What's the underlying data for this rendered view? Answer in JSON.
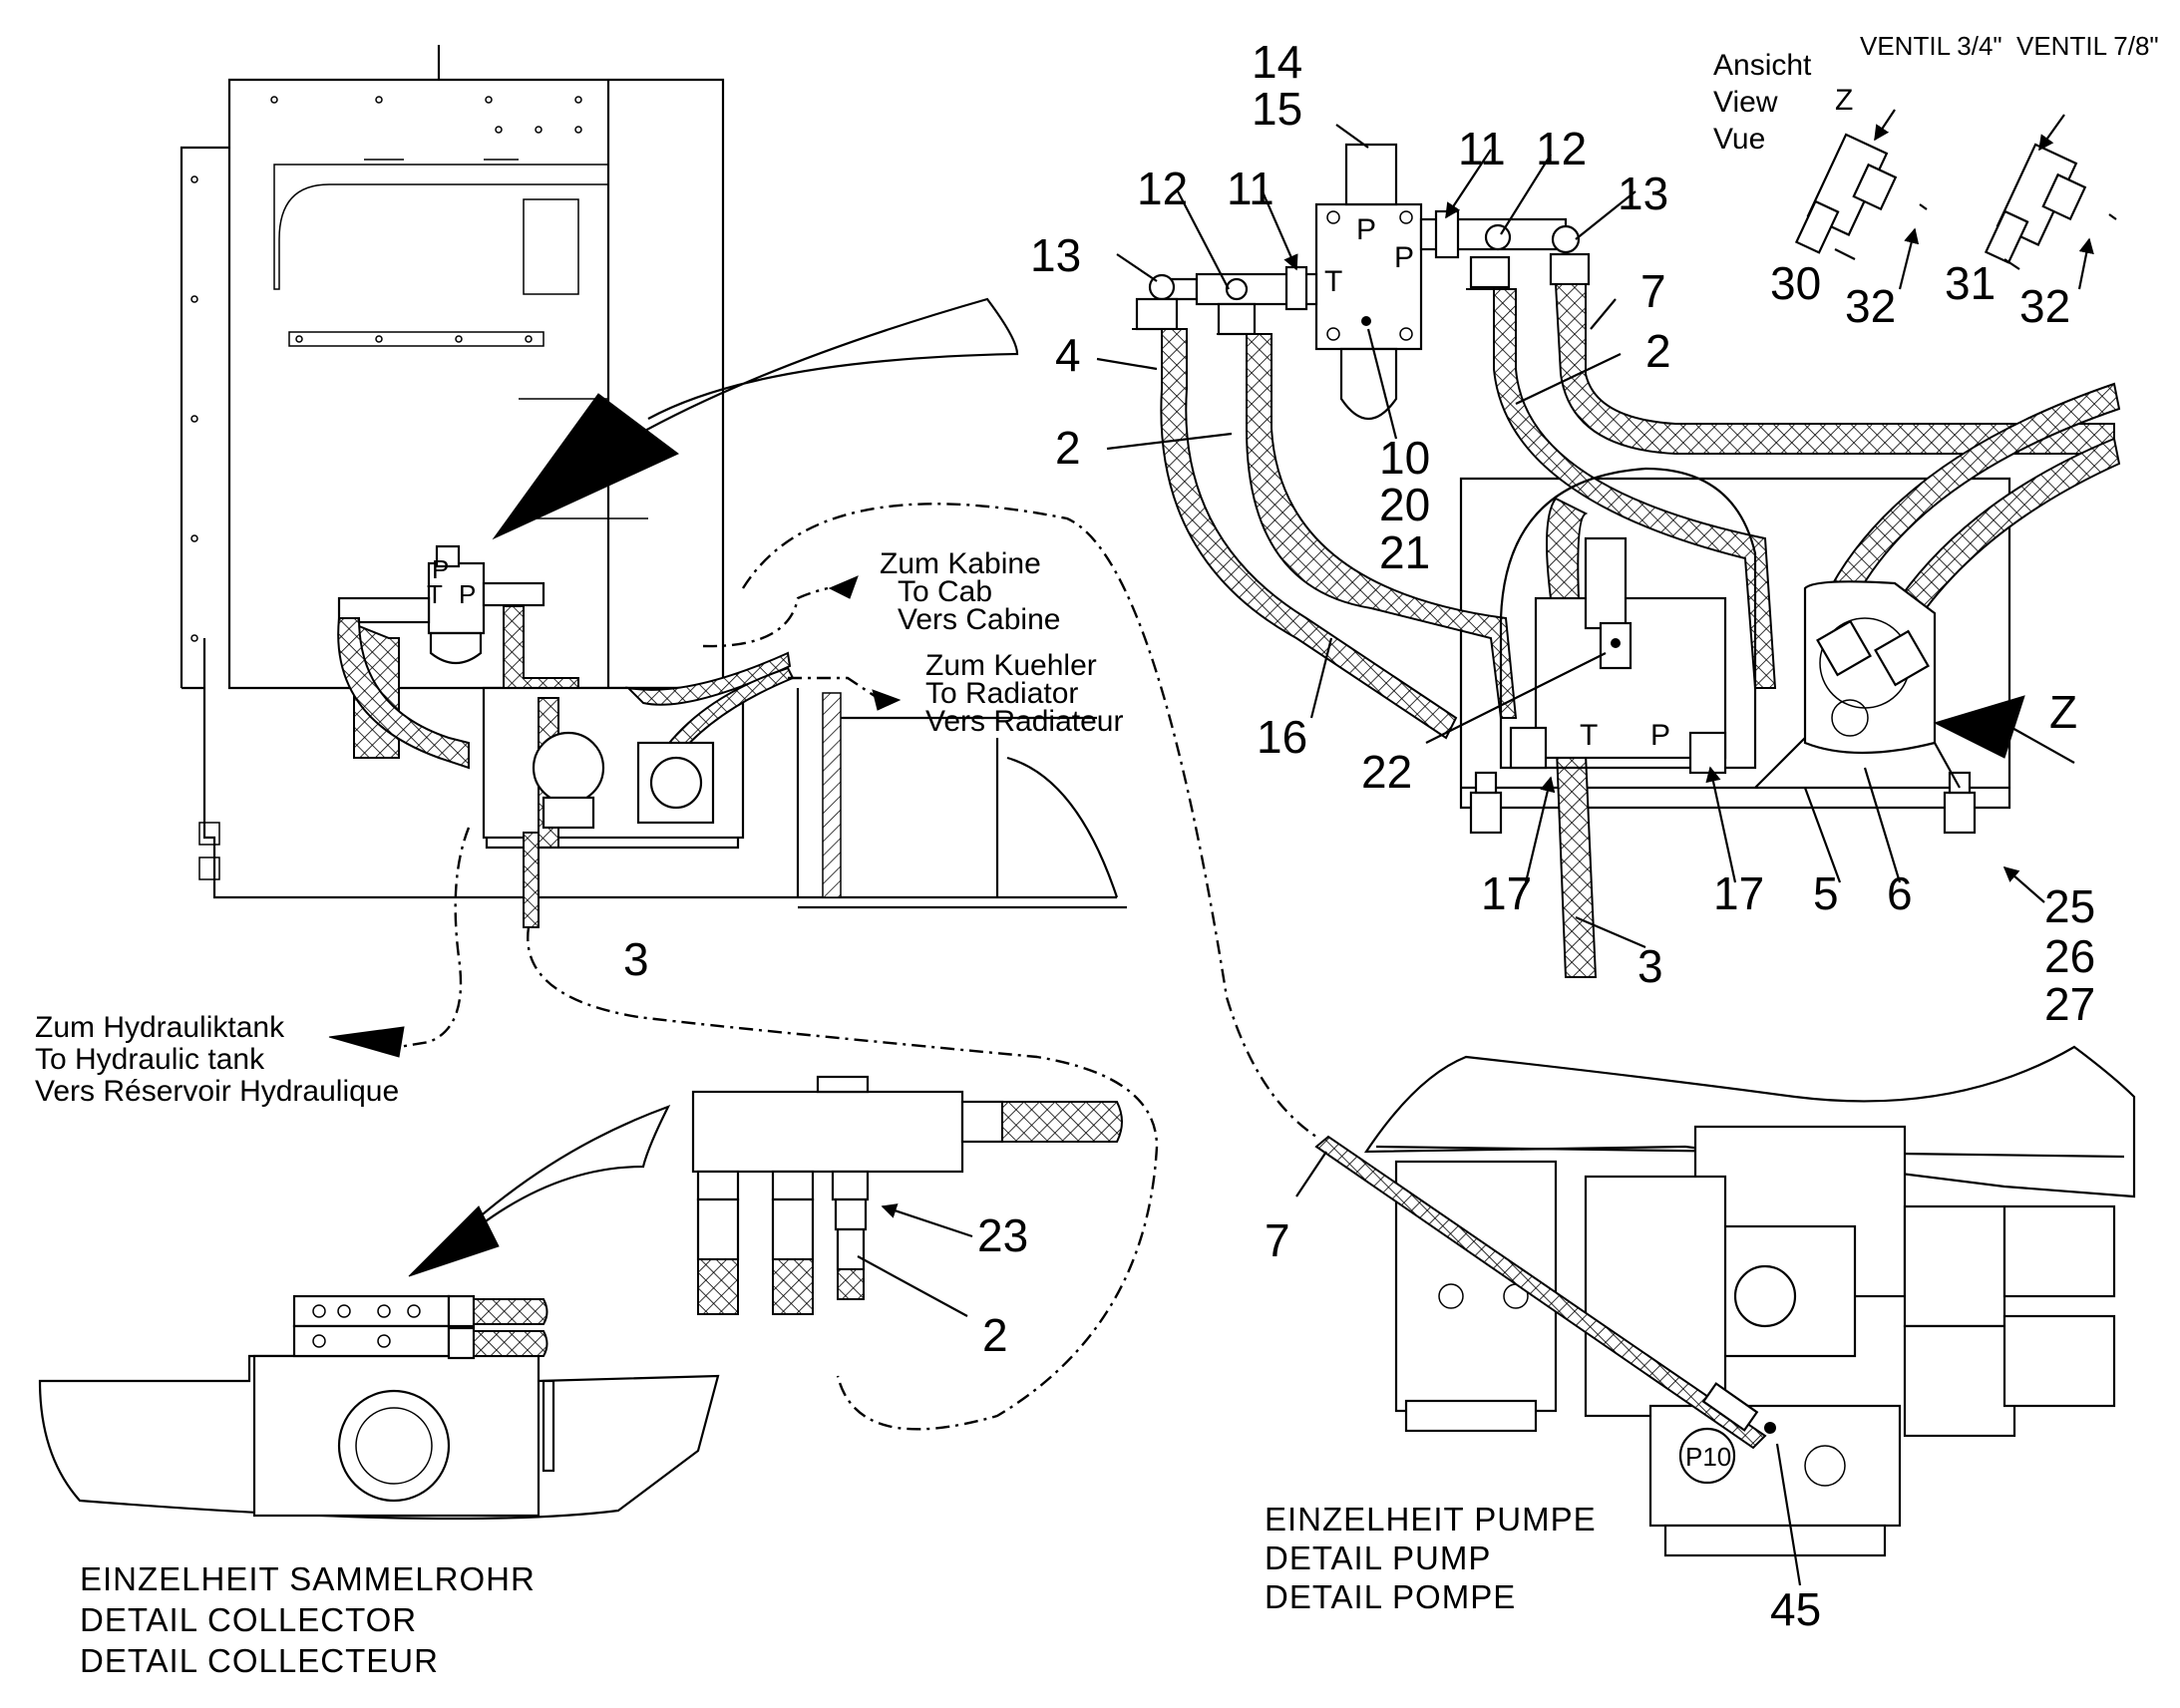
{
  "callouts": {
    "n14": "14",
    "n15": "15",
    "n11a": "11",
    "n11b": "11",
    "n12a": "12",
    "n12b": "12",
    "n13a": "13",
    "n13b": "13",
    "n4": "4",
    "n7a": "7",
    "n2a": "2",
    "n2b": "2",
    "n10": "10",
    "n20": "20",
    "n21": "21",
    "n16": "16",
    "n22": "22",
    "n17a": "17",
    "n17b": "17",
    "n5": "5",
    "n6": "6",
    "n25": "25",
    "n26": "26",
    "n27": "27",
    "n3a": "3",
    "n3b": "3",
    "n30": "30",
    "n31": "31",
    "n32a": "32",
    "n32b": "32",
    "n23": "23",
    "n2c": "2",
    "n7b": "7",
    "n45": "45",
    "z_main": "Z",
    "z_view": "Z"
  },
  "valve_view": {
    "line1": "Ansicht",
    "line2": "View",
    "line3": "Vue",
    "ventil_34": "VENTIL 3/4\"",
    "ventil_78": "VENTIL 7/8\""
  },
  "block_letters": {
    "p_top": "P",
    "p_side": "P",
    "t_block": "T",
    "t_filter": "T",
    "p_filter": "P",
    "small_p": "P",
    "small_t": "T",
    "small_p2": "P",
    "p10": "P10"
  },
  "notes": {
    "cab": [
      "Zum Kabine",
      "To Cab",
      "Vers Cabine"
    ],
    "radiator": [
      "Zum Kuehler",
      "To Radiator",
      "Vers Radiateur"
    ],
    "tank": [
      "Zum Hydrauliktank",
      "To Hydraulic tank",
      "Vers Réservoir Hydraulique"
    ]
  },
  "captions": {
    "collector": [
      "EINZELHEIT SAMMELROHR",
      "DETAIL COLLECTOR",
      "DETAIL COLLECTEUR"
    ],
    "pump": [
      "EINZELHEIT PUMPE",
      "DETAIL PUMP",
      "DETAIL POMPE"
    ]
  }
}
